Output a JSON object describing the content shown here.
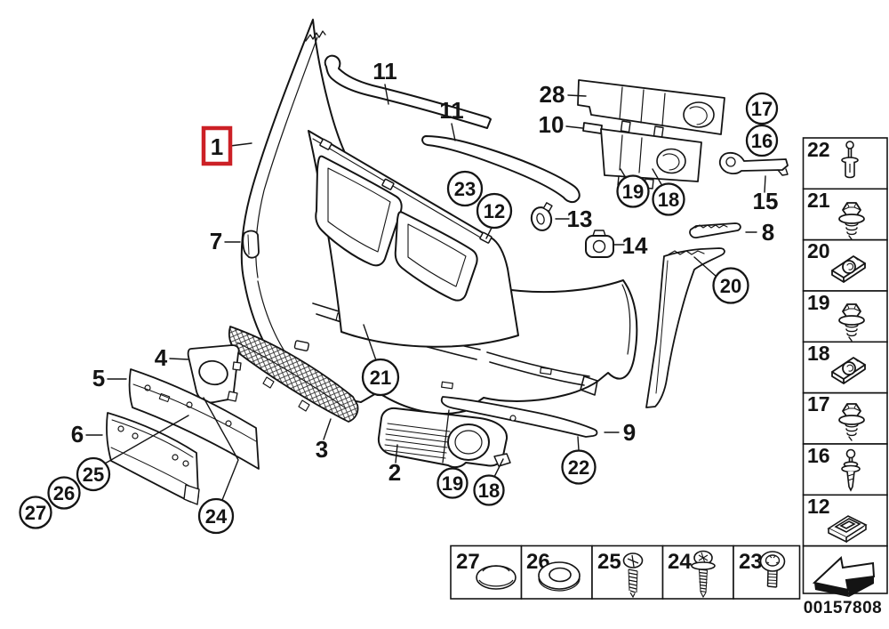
{
  "figure": {
    "type": "exploded-parts-diagram",
    "subject": "front bumper trim mounting parts",
    "document_number": "00157808"
  },
  "colors": {
    "highlight": "#cc2026",
    "line": "#141414"
  },
  "callouts": [
    {
      "label": "1",
      "type": "highlight-box"
    },
    {
      "label": "11",
      "type": "text"
    },
    {
      "label": "11",
      "type": "text"
    },
    {
      "label": "28",
      "type": "text"
    },
    {
      "label": "10",
      "type": "text"
    },
    {
      "label": "17",
      "type": "circle"
    },
    {
      "label": "16",
      "type": "circle"
    },
    {
      "label": "19",
      "type": "circle"
    },
    {
      "label": "18",
      "type": "circle"
    },
    {
      "label": "15",
      "type": "text"
    },
    {
      "label": "23",
      "type": "circle"
    },
    {
      "label": "12",
      "type": "circle"
    },
    {
      "label": "13",
      "type": "text"
    },
    {
      "label": "14",
      "type": "text"
    },
    {
      "label": "8",
      "type": "text"
    },
    {
      "label": "20",
      "type": "circle"
    },
    {
      "label": "7",
      "type": "text"
    },
    {
      "label": "4",
      "type": "text"
    },
    {
      "label": "5",
      "type": "text"
    },
    {
      "label": "6",
      "type": "text"
    },
    {
      "label": "21",
      "type": "circle"
    },
    {
      "label": "3",
      "type": "text"
    },
    {
      "label": "2",
      "type": "text"
    },
    {
      "label": "19",
      "type": "circle"
    },
    {
      "label": "18",
      "type": "circle"
    },
    {
      "label": "22",
      "type": "circle"
    },
    {
      "label": "9",
      "type": "text"
    },
    {
      "label": "25",
      "type": "circle"
    },
    {
      "label": "26",
      "type": "circle"
    },
    {
      "label": "27",
      "type": "circle"
    },
    {
      "label": "24",
      "type": "circle"
    }
  ],
  "fastener_column": {
    "items": [
      {
        "label": "22",
        "icon": "expansion-rivet"
      },
      {
        "label": "21",
        "icon": "hex-screw-washer"
      },
      {
        "label": "20",
        "icon": "clip-nut"
      },
      {
        "label": "19",
        "icon": "hex-screw-washer"
      },
      {
        "label": "18",
        "icon": "clip-nut"
      },
      {
        "label": "17",
        "icon": "hex-screw"
      },
      {
        "label": "16",
        "icon": "ball-pin-rivet"
      },
      {
        "label": "12",
        "icon": "square-nut"
      }
    ],
    "arrow_icon": "continue-arrow"
  },
  "fastener_row": {
    "items": [
      {
        "label": "27",
        "icon": "cap-plug"
      },
      {
        "label": "26",
        "icon": "grommet-ring"
      },
      {
        "label": "25",
        "icon": "phillips-screw"
      },
      {
        "label": "24",
        "icon": "washer-screw"
      },
      {
        "label": "23",
        "icon": "torx-screw"
      }
    ]
  },
  "footer": {
    "document_number": "00157808"
  }
}
